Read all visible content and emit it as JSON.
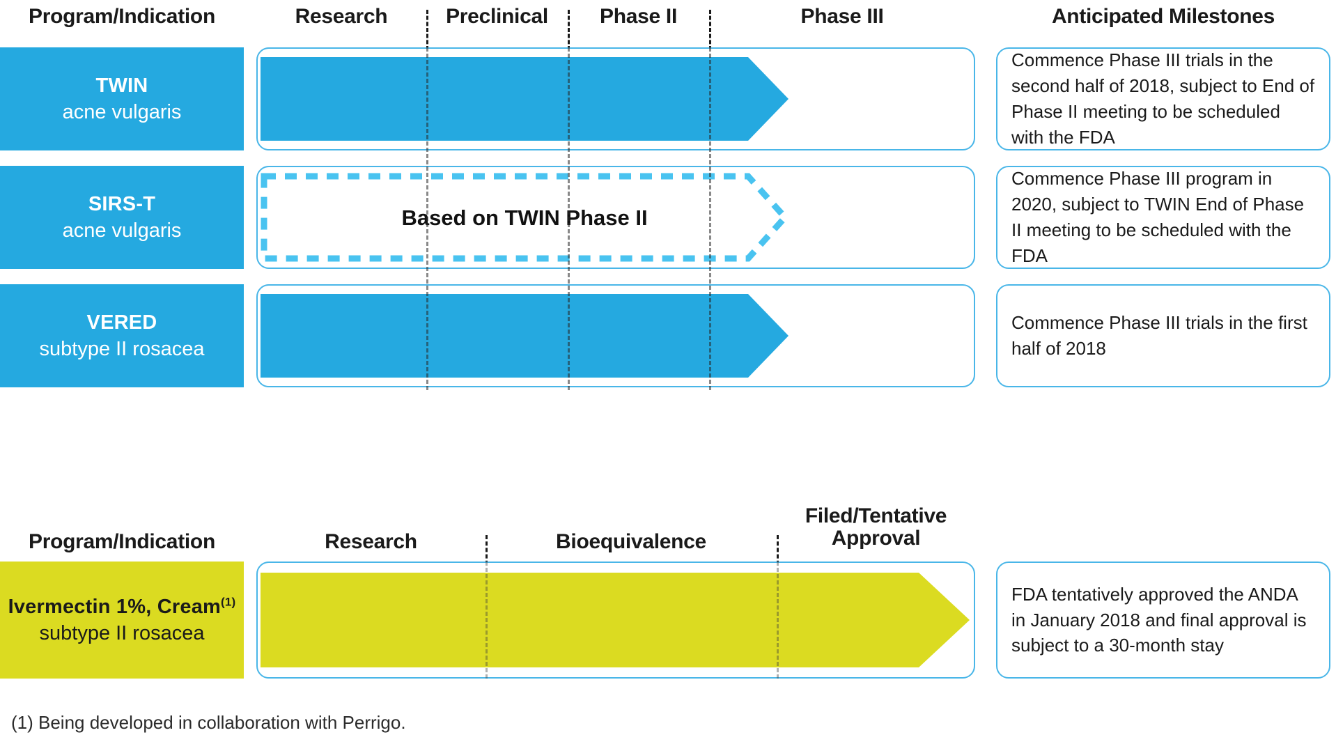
{
  "sections": [
    {
      "id": "clinical",
      "headers": [
        {
          "label": "Program/Indication"
        },
        {
          "label": "Research"
        },
        {
          "label": "Preclinical"
        },
        {
          "label": "Phase II"
        },
        {
          "label": "Phase III"
        },
        {
          "label": "Anticipated Milestones"
        }
      ],
      "rows": [
        {
          "program": "TWIN",
          "indication": "acne vulgaris",
          "bar_style": "solid-blue",
          "bar_text": "",
          "milestone": "Commence Phase III trials in the second half of 2018, subject to End of Phase II meeting to be scheduled with the FDA"
        },
        {
          "program": "SIRS-T",
          "indication": "acne vulgaris",
          "bar_style": "dashed-blue",
          "bar_text": "Based on TWIN Phase II",
          "milestone": "Commence Phase III program in 2020, subject to TWIN End of Phase II meeting to be scheduled with the FDA"
        },
        {
          "program": "VERED",
          "indication": "subtype II rosacea",
          "bar_style": "solid-blue",
          "bar_text": "",
          "milestone": "Commence Phase III trials in the first half of 2018"
        }
      ]
    },
    {
      "id": "generic",
      "headers": [
        {
          "label": "Program/Indication"
        },
        {
          "label": "Research"
        },
        {
          "label": "Bioequivalence"
        },
        {
          "label": "Filed/Tentative\nApproval"
        }
      ],
      "rows": [
        {
          "program": "Ivermectin 1%, Cream",
          "program_superscript": "(1)",
          "indication": "subtype II rosacea",
          "bar_style": "solid-yellow",
          "bar_text": "",
          "milestone": "FDA tentatively approved the ANDA in January 2018 and final approval is subject to a 30-month stay"
        }
      ]
    }
  ],
  "footnote": "(1) Being developed in collaboration with Perrigo.",
  "colors": {
    "blue_fill": "#25A9E0",
    "blue_border": "#49B6E8",
    "yellow_fill": "#DBDB21",
    "text_dark": "#1a1a1a"
  }
}
